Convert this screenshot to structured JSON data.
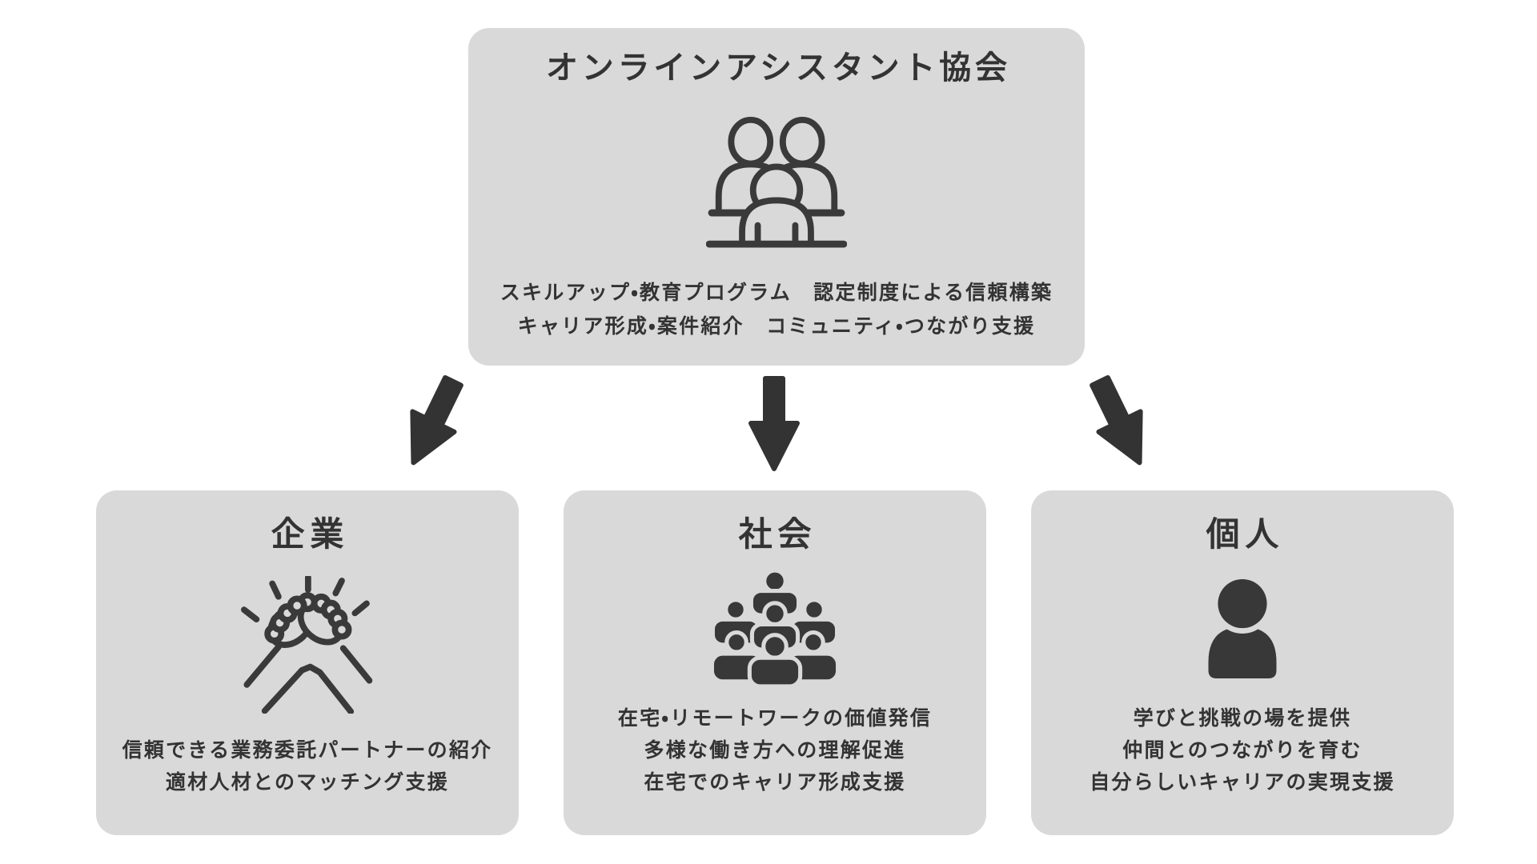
{
  "colors": {
    "background": "#ffffff",
    "panel_gray": "#d9d9d9",
    "ink": "#333333",
    "icon_ink": "#3a3a3a"
  },
  "top_box": {
    "title": "オンラインアシスタント協会",
    "icon": "team-icon",
    "lines": [
      "スキルアップ・教育プログラム　認定制度による信頼構築",
      "キャリア形成・案件紹介　コミュニティ・つながり支援"
    ]
  },
  "arrows": [
    {
      "icon": "arrow-down-left-icon",
      "direction": "down-left"
    },
    {
      "icon": "arrow-down-icon",
      "direction": "down"
    },
    {
      "icon": "arrow-down-right-icon",
      "direction": "down-right"
    }
  ],
  "bottom_boxes": [
    {
      "title": "企業",
      "icon": "handshake-icon",
      "lines": [
        "信頼できる業務委託パートナーの紹介",
        "適材人材とのマッチング支援"
      ]
    },
    {
      "title": "社会",
      "icon": "crowd-icon",
      "lines": [
        "在宅・リモートワークの価値発信",
        "多様な働き方への理解促進",
        "在宅でのキャリア形成支援"
      ]
    },
    {
      "title": "個人",
      "icon": "person-icon",
      "lines": [
        "学びと挑戦の場を提供",
        "仲間とのつながりを育む",
        "自分らしいキャリアの実現支援"
      ]
    }
  ]
}
